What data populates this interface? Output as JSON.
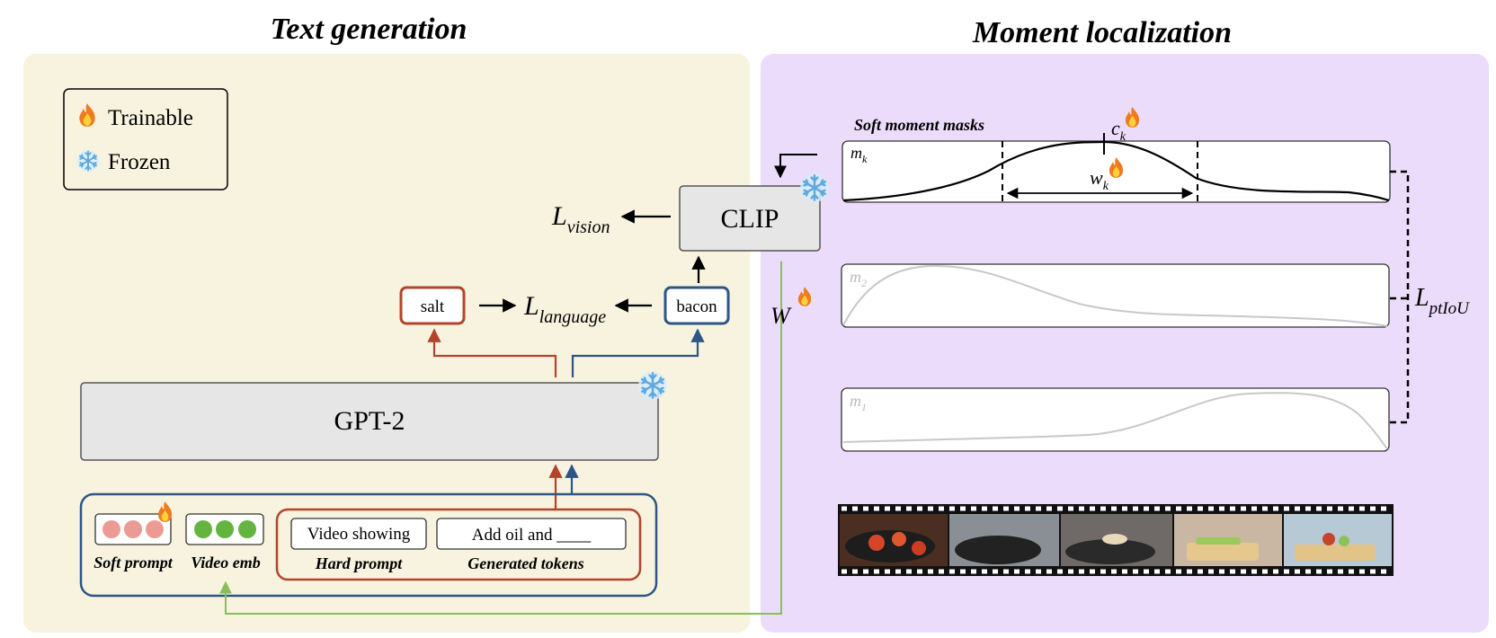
{
  "sections": {
    "text_generation": "Text generation",
    "moment_localization": "Moment localization"
  },
  "legend": {
    "trainable": "Trainable",
    "frozen": "Frozen"
  },
  "modules": {
    "clip": "CLIP",
    "gpt2": "GPT-2"
  },
  "losses": {
    "vision_base": "L",
    "vision_sub": "vision",
    "language_base": "L",
    "language_sub": "language",
    "ptiou_base": "L",
    "ptiou_sub": "ptIoU"
  },
  "tokens": {
    "salt": "salt",
    "bacon": "bacon"
  },
  "weight": "W",
  "inputs": {
    "hard_prompt_text": "Video showing",
    "generated_text": "Add oil and ____",
    "soft_prompt_caption": "Soft prompt",
    "video_emb_caption": "Video emb",
    "hard_prompt_caption": "Hard prompt",
    "generated_caption": "Generated tokens"
  },
  "masks": {
    "title": "Soft moment masks",
    "mk_base": "m",
    "mk_sub": "k",
    "m2_base": "m",
    "m2_sub": "2",
    "m1_base": "m",
    "m1_sub": "1",
    "ck_base": "c",
    "ck_sub": "k",
    "wk_base": "w",
    "wk_sub": "k"
  },
  "colors": {
    "left_panel_bg": "#f7f3df",
    "right_panel_bg": "#ecdcfb",
    "module_fill": "#e6e6e6",
    "red": "#b3442b",
    "blue": "#2d5586",
    "green": "#8bbd5a",
    "soft_dot": "#ec9b94",
    "video_dot": "#64b441"
  },
  "icons": [
    "fire-icon",
    "snowflake-icon",
    "film-strip-icon"
  ]
}
